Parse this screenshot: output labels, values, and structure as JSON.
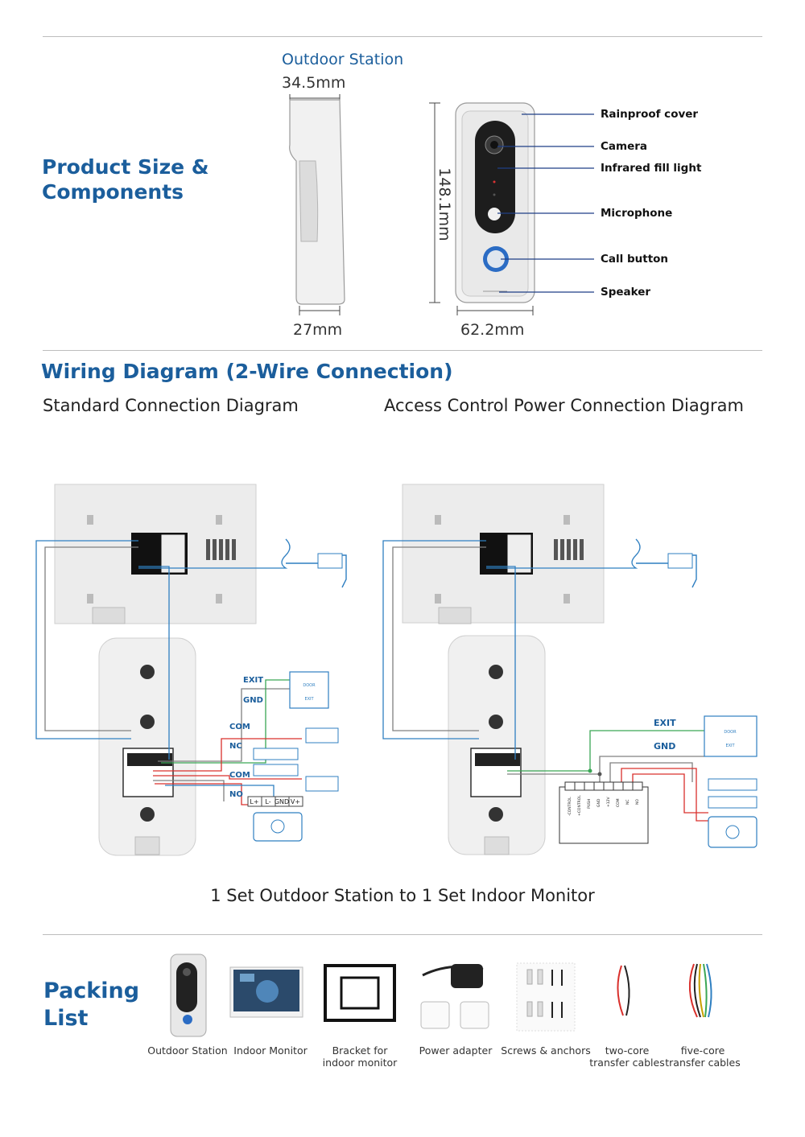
{
  "product": {
    "heading_line1": "Product Size &",
    "heading_line2": "Components",
    "station_title": "Outdoor Station",
    "dims": {
      "top_depth": "34.5mm",
      "bottom_depth": "27mm",
      "height": "148.1mm",
      "width": "62.2mm"
    },
    "callouts": [
      "Rainproof cover",
      "Camera",
      "Infrared fill light",
      "Microphone",
      "Call button",
      "Speaker"
    ]
  },
  "wiring": {
    "heading": "Wiring Diagram (2-Wire Connection)",
    "left_title": "Standard Connection Diagram",
    "right_title": "Access Control Power Connection Diagram",
    "caption": "1 Set Outdoor Station to 1 Set Indoor Monitor",
    "left_labels": {
      "exit": "EXIT",
      "gnd": "GND",
      "com1": "COM",
      "nc": "NC",
      "com2": "COM",
      "no": "NO",
      "lock_terms": [
        "L+",
        "L-",
        "GND",
        "V+"
      ]
    },
    "right_labels": {
      "exit": "EXIT",
      "gnd": "GND",
      "ctrl_terms": [
        "-CONTROL",
        "+CONTROL",
        "PUSH",
        "GND",
        "+12V",
        "COM",
        "NC",
        "NO"
      ]
    },
    "door_exit_text": [
      "DOOR",
      "EXIT"
    ]
  },
  "packing": {
    "heading_line1": "Packing",
    "heading_line2": "List",
    "items": [
      {
        "line1": "Outdoor Station",
        "line2": ""
      },
      {
        "line1": "Indoor Monitor",
        "line2": ""
      },
      {
        "line1": "Bracket for",
        "line2": "indoor monitor"
      },
      {
        "line1": "Power adapter",
        "line2": ""
      },
      {
        "line1": "Screws & anchors",
        "line2": ""
      },
      {
        "line1": "two-core",
        "line2": "transfer cables"
      },
      {
        "line1": "five-core",
        "line2": "transfer cables"
      }
    ]
  },
  "colors": {
    "heading_blue": "#1b5e9c",
    "wire_blue": "#2f7fc1",
    "wire_red": "#d9302c",
    "wire_green": "#3aa655",
    "wire_gray": "#808080"
  }
}
